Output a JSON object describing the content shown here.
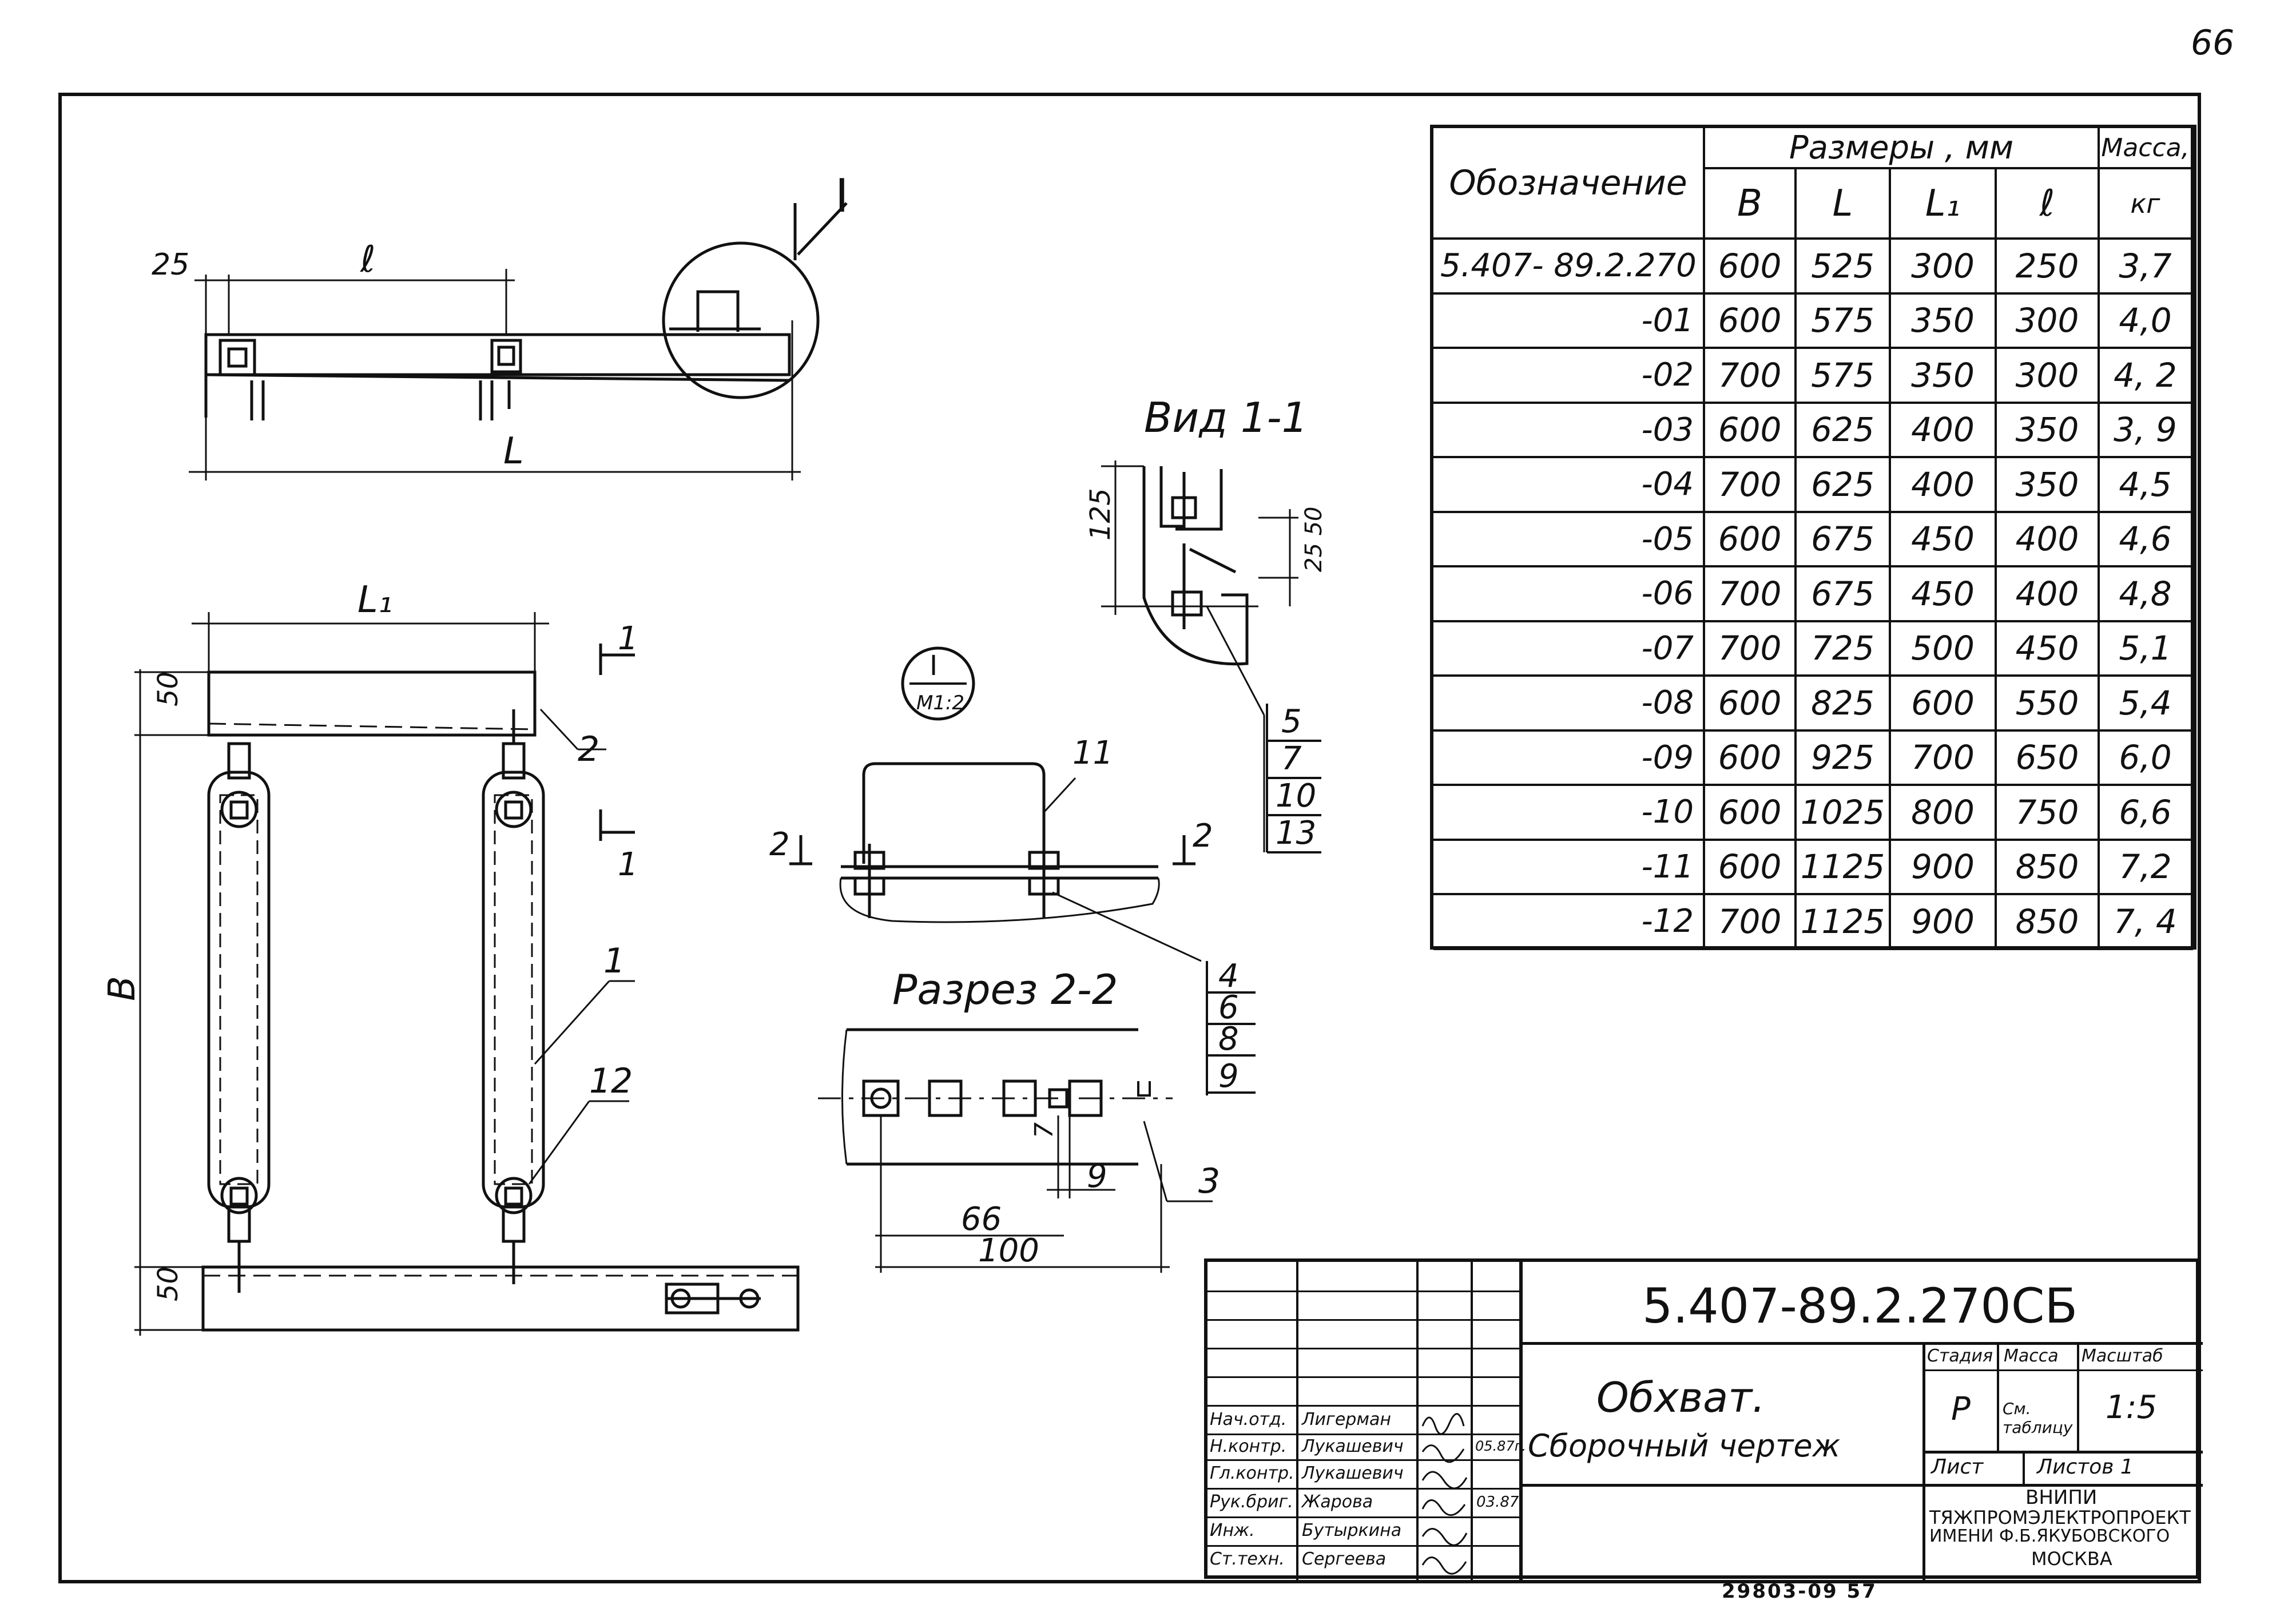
{
  "page": {
    "number": "66"
  },
  "drawing_labels": {
    "callout_I": "I",
    "dim_25": "25",
    "dim_l": "ℓ",
    "dim_L": "L",
    "dim_L1": "L₁",
    "dim_50_top": "50",
    "dim_50_bottom": "50",
    "dim_B": "B",
    "view_title": "Вид 1-1",
    "dim_125": "125",
    "dim_25_50": "25 50",
    "detail_I": "I",
    "detail_scale": "М1:2",
    "section_title": "Разрез 2-2",
    "dim_66": "66",
    "dim_100": "100",
    "dim_9": "9",
    "dim_7": "7",
    "marker_1_top": "1",
    "marker_1_bottom": "1",
    "marker_2_left": "2",
    "marker_2_right": "2",
    "pos_1": "1",
    "pos_2": "2",
    "pos_3": "3",
    "pos_11": "11",
    "pos_12": "12",
    "stack_a": [
      "5",
      "7",
      "10",
      "13"
    ],
    "stack_b": [
      "4",
      "6",
      "8",
      "9"
    ]
  },
  "spec_table": {
    "header_designation": "Обозначение",
    "header_sizes": "Размеры , мм",
    "header_mass": "Масса,",
    "col_B": "B",
    "col_L": "L",
    "col_L1": "L₁",
    "col_l": "ℓ",
    "col_kg": "кг",
    "rows": [
      {
        "d": "5.407- 89.2.270",
        "B": "600",
        "L": "525",
        "L1": "300",
        "l": "250",
        "m": "3,7"
      },
      {
        "d": "-01",
        "B": "600",
        "L": "575",
        "L1": "350",
        "l": "300",
        "m": "4,0"
      },
      {
        "d": "-02",
        "B": "700",
        "L": "575",
        "L1": "350",
        "l": "300",
        "m": "4, 2"
      },
      {
        "d": "-03",
        "B": "600",
        "L": "625",
        "L1": "400",
        "l": "350",
        "m": "3, 9"
      },
      {
        "d": "-04",
        "B": "700",
        "L": "625",
        "L1": "400",
        "l": "350",
        "m": "4,5"
      },
      {
        "d": "-05",
        "B": "600",
        "L": "675",
        "L1": "450",
        "l": "400",
        "m": "4,6"
      },
      {
        "d": "-06",
        "B": "700",
        "L": "675",
        "L1": "450",
        "l": "400",
        "m": "4,8"
      },
      {
        "d": "-07",
        "B": "700",
        "L": "725",
        "L1": "500",
        "l": "450",
        "m": "5,1"
      },
      {
        "d": "-08",
        "B": "600",
        "L": "825",
        "L1": "600",
        "l": "550",
        "m": "5,4"
      },
      {
        "d": "-09",
        "B": "600",
        "L": "925",
        "L1": "700",
        "l": "650",
        "m": "6,0"
      },
      {
        "d": "-10",
        "B": "600",
        "L": "1025",
        "L1": "800",
        "l": "750",
        "m": "6,6"
      },
      {
        "d": "-11",
        "B": "600",
        "L": "1125",
        "L1": "900",
        "l": "850",
        "m": "7,2"
      },
      {
        "d": "-12",
        "B": "700",
        "L": "1125",
        "L1": "900",
        "l": "850",
        "m": "7, 4"
      }
    ]
  },
  "title_block": {
    "doc_code": "5.407-89.2.270СБ",
    "name_line1": "Обхват.",
    "name_line2": "Сборочный чертеж",
    "stage_label": "Стадия",
    "mass_label": "Масса",
    "scale_label": "Масштаб",
    "stage_value": "Р",
    "mass_value": "См. таблицу",
    "scale_value": "1:5",
    "sheet_label": "Лист",
    "sheets_label": "Листов 1",
    "org_line1": "ВНИПИ",
    "org_line2": "ТЯЖПРОМЭЛЕКТРОПРОЕКТ",
    "org_line3": "ИМЕНИ Ф.Б.ЯКУБОВСКОГО",
    "org_line4": "МОСКВА",
    "people": [
      {
        "role": "Нач.отд.",
        "name": "Лигерман",
        "date": ""
      },
      {
        "role": "Н.контр.",
        "name": "Лукашевич",
        "date": "05.87г."
      },
      {
        "role": "Гл.контр.",
        "name": "Лукашевич",
        "date": ""
      },
      {
        "role": "Рук.бриг.",
        "name": "Жарова",
        "date": "03.87"
      },
      {
        "role": "Инж.",
        "name": "Бутыркина",
        "date": ""
      },
      {
        "role": "Ст.техн.",
        "name": "Сергеева",
        "date": ""
      }
    ],
    "inventory_number": "29803-09 57"
  }
}
